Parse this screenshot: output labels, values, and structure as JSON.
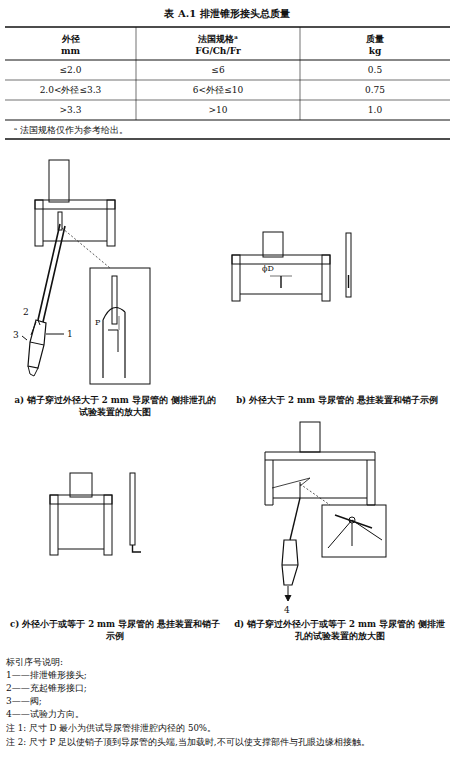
{
  "diagram": {
    "title": "表 A.1  排泄锥形接头总质量",
    "labels": [
      "外径",
      "mm",
      "法国规格ᵃ",
      "FG/Ch/Fr",
      "质量",
      "kg",
      "≤2.0",
      "≤6",
      "0.5",
      "2.0<外径≤3.3",
      "6<外径≤10",
      "0.75",
      ">3.3",
      ">10",
      "1.0",
      "ᵃ 法国规格仅作为参考给出。",
      "2",
      "3",
      "1",
      "P",
      "ϕD",
      "a)  销子穿过外径大于 2 mm 导尿管的 侧排泄孔的试验装置的放大图",
      "b)  外径大于 2 mm 导尿管的 悬挂装置和销子示例",
      "4",
      "c)  外径小于或等于 2 mm 导尿管的 悬挂装置和销子示例",
      "d)  销子穿过外径小于或等于 2 mm 导尿管的 侧排泄孔的试验装置的放大图",
      "标引序号说明:",
      "1——排泄锥形接头;",
      "2——充起锥形接口;",
      "3——阀;",
      "4——试验力方向。",
      "注 1: 尺寸 D 最小为供试导尿管排泄腔内径的 50%。",
      "注 2: 尺寸 P 足以使销子顶到导尿管的头端,当加载时,不可以使支撑部件与孔眼边缘相接触。"
    ]
  }
}
